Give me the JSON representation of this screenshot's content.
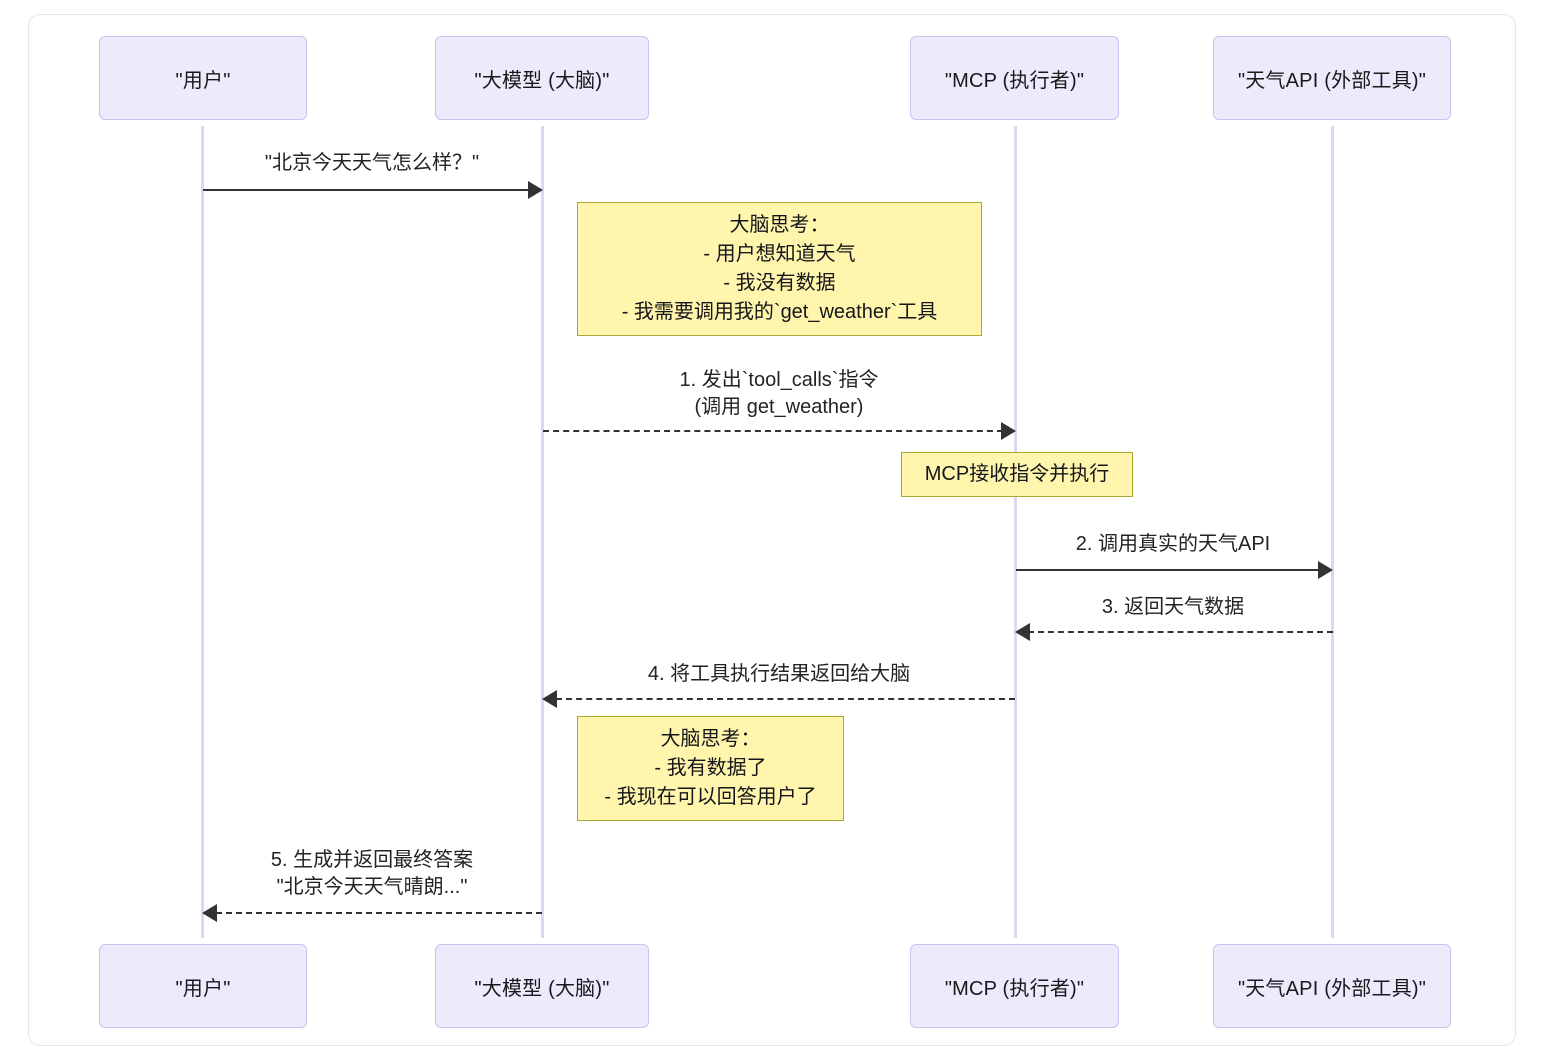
{
  "diagram": {
    "type": "sequence-diagram",
    "background_color": "#ffffff",
    "participant_fill": "#eceafb",
    "participant_border": "#cbc2f0",
    "lifeline_color": "#ddd6f4",
    "note_fill": "#fff5ad",
    "note_border": "#aaaa33",
    "line_color": "#333333",
    "participants": [
      {
        "id": "user",
        "label": "\"用户\""
      },
      {
        "id": "llm",
        "label": "\"大模型 (大脑)\""
      },
      {
        "id": "mcp",
        "label": "\"MCP (执行者)\""
      },
      {
        "id": "api",
        "label": "\"天气API (外部工具)\""
      }
    ],
    "messages": [
      {
        "id": "m1",
        "from": "user",
        "to": "llm",
        "style": "solid",
        "direction": "right",
        "lines": [
          "\"北京今天天气怎么样？\""
        ]
      },
      {
        "id": "m2",
        "from": "llm",
        "to": "mcp",
        "style": "dashed",
        "direction": "right",
        "lines": [
          "1. 发出`tool_calls`指令",
          "(调用 get_weather)"
        ]
      },
      {
        "id": "m3",
        "from": "mcp",
        "to": "api",
        "style": "solid",
        "direction": "right",
        "lines": [
          "2. 调用真实的天气API"
        ]
      },
      {
        "id": "m4",
        "from": "api",
        "to": "mcp",
        "style": "dashed",
        "direction": "left",
        "lines": [
          "3. 返回天气数据"
        ]
      },
      {
        "id": "m5",
        "from": "mcp",
        "to": "llm",
        "style": "dashed",
        "direction": "left",
        "lines": [
          "4. 将工具执行结果返回给大脑"
        ]
      },
      {
        "id": "m6",
        "from": "llm",
        "to": "user",
        "style": "dashed",
        "direction": "left",
        "lines": [
          "5. 生成并返回最终答案",
          "\"北京今天天气晴朗...\""
        ]
      }
    ],
    "notes": [
      {
        "id": "n1",
        "over": "llm",
        "lines": [
          "大脑思考：",
          "- 用户想知道天气",
          "- 我没有数据",
          "- 我需要调用我的`get_weather`工具"
        ]
      },
      {
        "id": "n2",
        "over": "mcp",
        "lines": [
          "MCP接收指令并执行"
        ]
      },
      {
        "id": "n3",
        "over": "llm",
        "lines": [
          "大脑思考：",
          "- 我有数据了",
          "- 我现在可以回答用户了"
        ]
      }
    ]
  }
}
